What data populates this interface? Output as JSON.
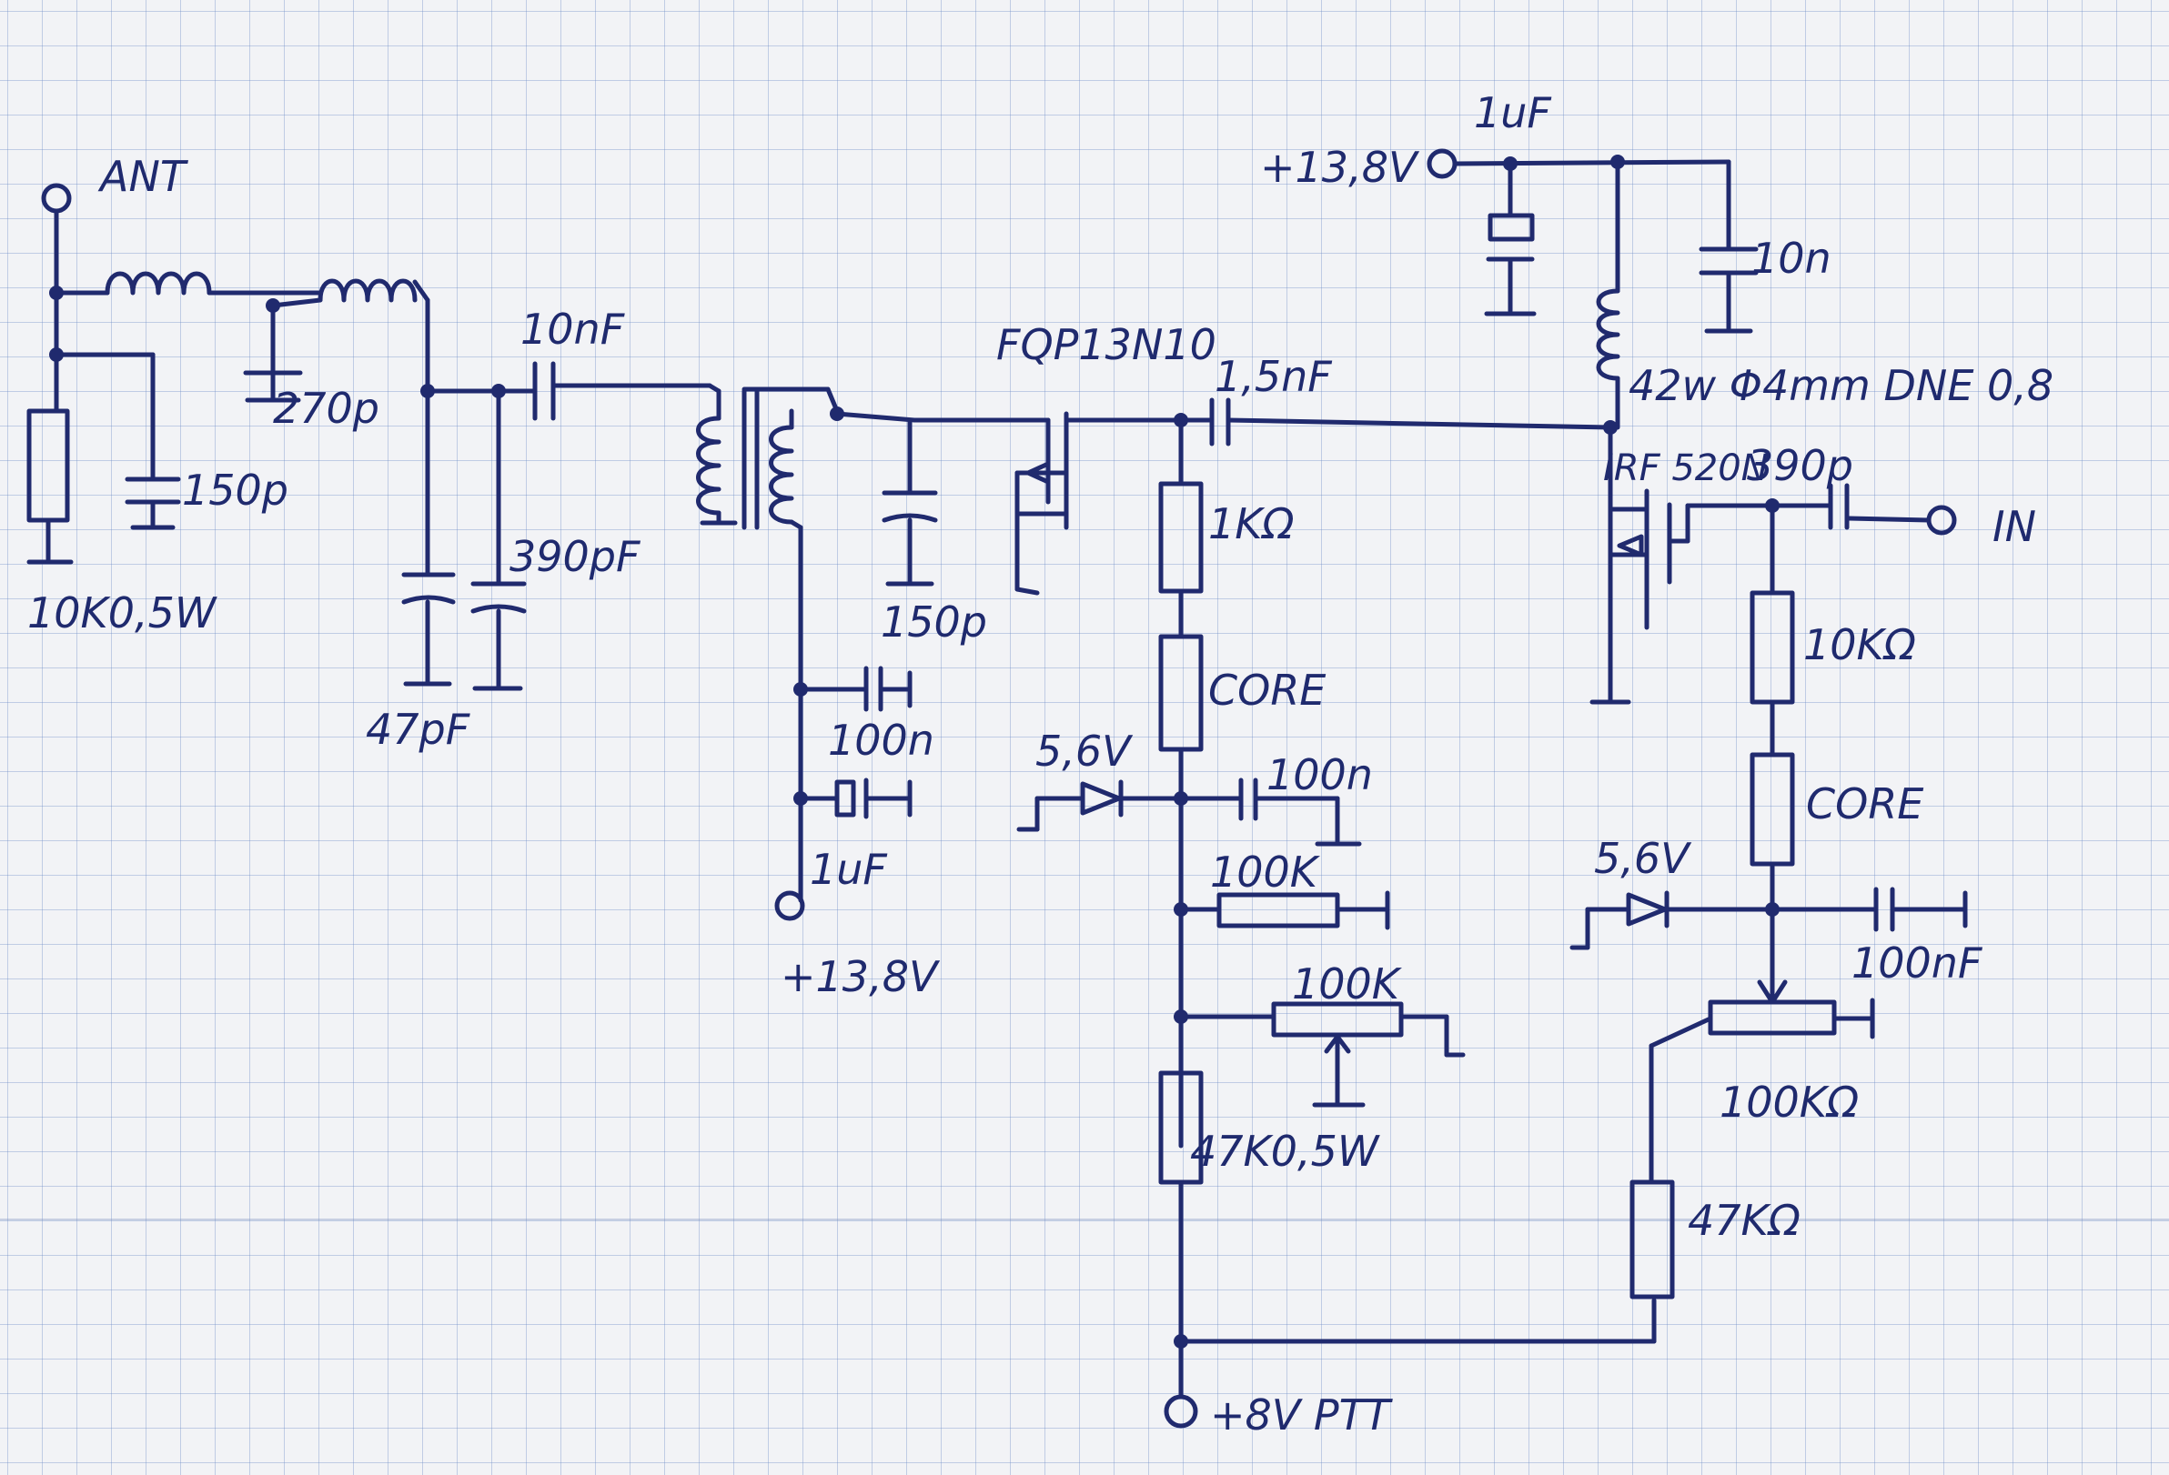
{
  "diagram": {
    "labels": {
      "ant": "ANT",
      "l_270p": "270p",
      "l_150p_left": "150p",
      "l_10k_05w": "10K0,5W",
      "l_10nF": "10nF",
      "l_390pF": "390pF",
      "l_47pF": "47pF",
      "l_fqp": "FQP13N10",
      "l_1_5nF": "1,5nF",
      "l_150p_mid": "150p",
      "l_100n_a": "100n",
      "l_1uF_a": "1uF",
      "l_13v8_bottom": "+13,8V",
      "l_1k": "1KΩ",
      "l_core_a": "CORE",
      "l_5v6_a": "5,6V",
      "l_100n_b": "100n",
      "l_100k_a": "100K",
      "l_100k_b": "100K",
      "l_47k": "47K0,5W",
      "l_8v_ptt": "+8V PTT",
      "l_13v8_top": "+13,8V",
      "l_1uF_top": "1uF",
      "l_10n_top": "10n",
      "l_coil": "42w Φ4mm DNE 0,8",
      "l_irf": "IRF 520N",
      "l_390p": "390p",
      "l_in": "IN",
      "l_10k": "10KΩ",
      "l_core_b": "CORE",
      "l_5v6_b": "5,6V",
      "l_100nF": "100nF",
      "l_100kohm": "100KΩ",
      "l_47kohm": "47KΩ"
    }
  }
}
